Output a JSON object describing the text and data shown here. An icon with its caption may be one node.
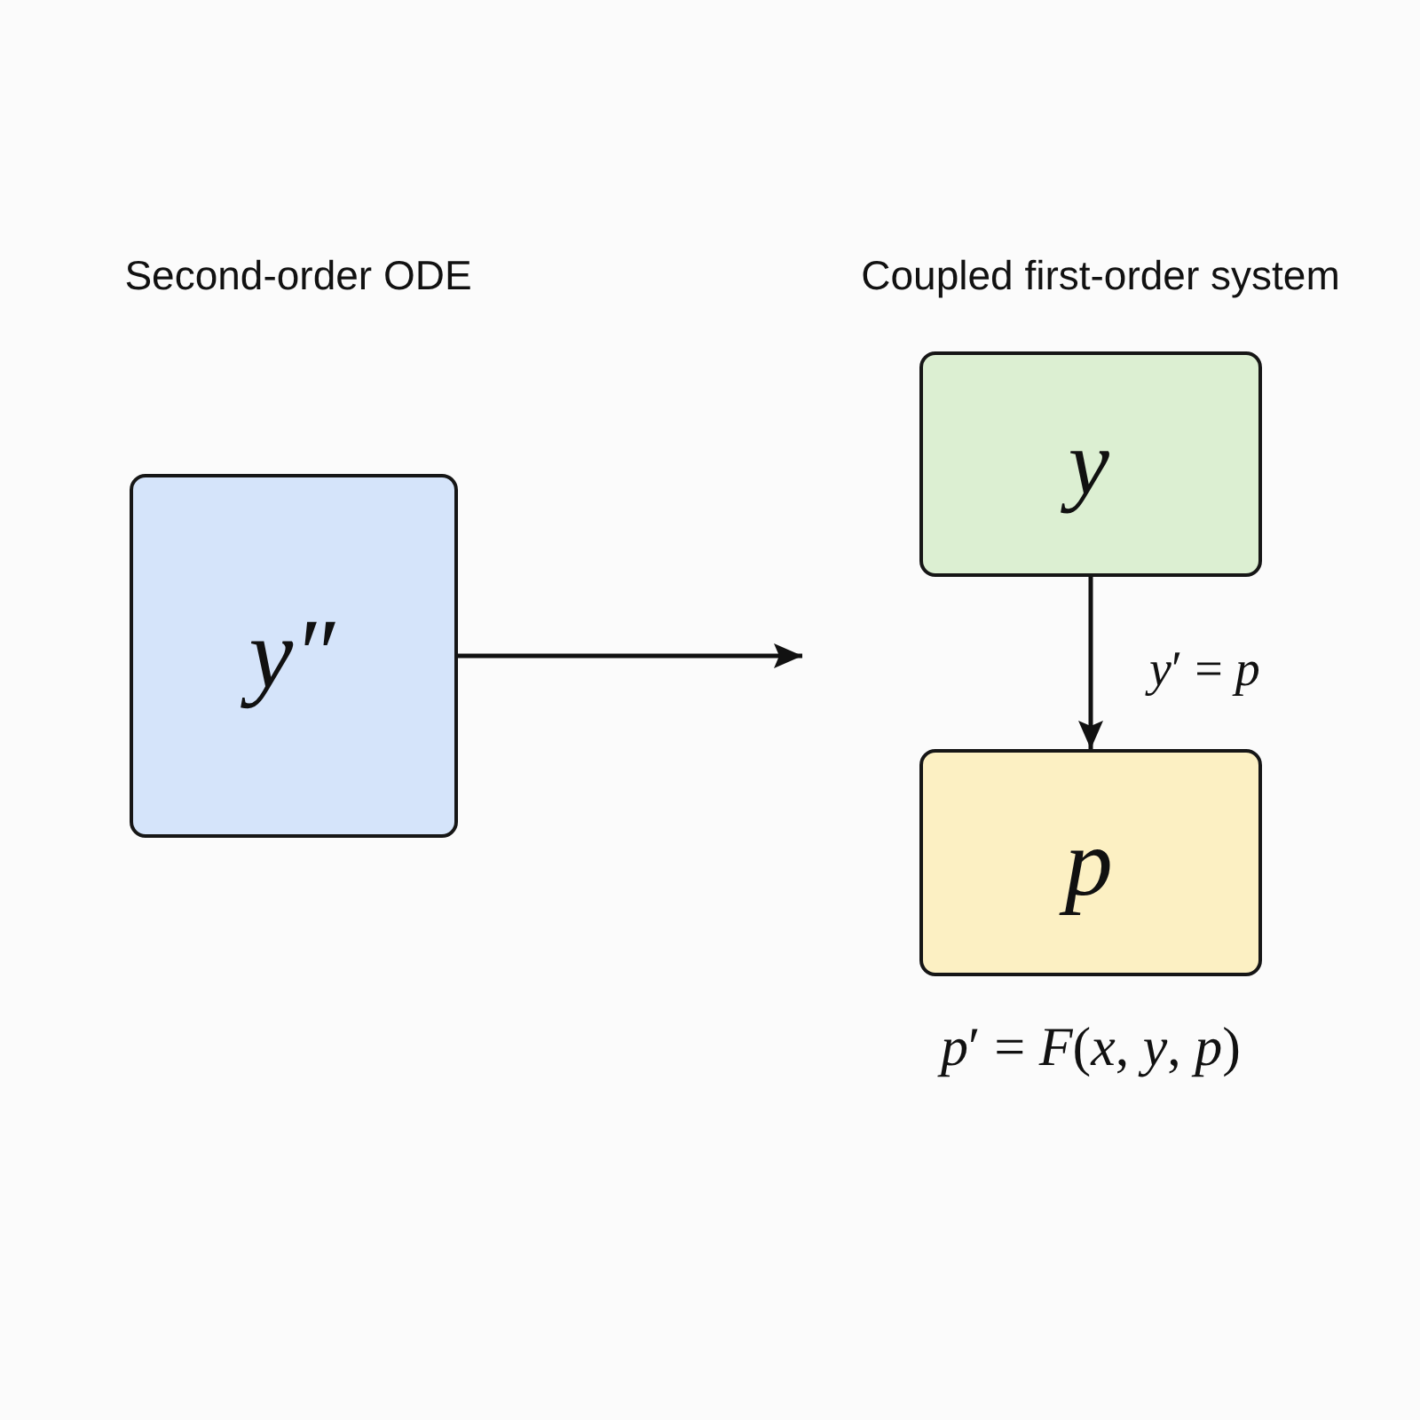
{
  "diagram": {
    "nodes": [
      {
        "text": [
          "y″"
        ]
      },
      {
        "text": [
          "y"
        ]
      },
      {
        "text": [
          "p"
        ],
        "beside": [
          "*p*′ = *F*(*x*, *y*, *p*)"
        ]
      }
    ],
    "edges": [
      {
        "from": 0,
        "to": null,
        "arrow": "to"
      },
      {
        "from": 1,
        "to": 2,
        "arrow": "to",
        "label": "*y*′ = *p*"
      }
    ],
    "labels": [
      "Second-order ODE",
      "Coupled first-order system"
    ]
  }
}
